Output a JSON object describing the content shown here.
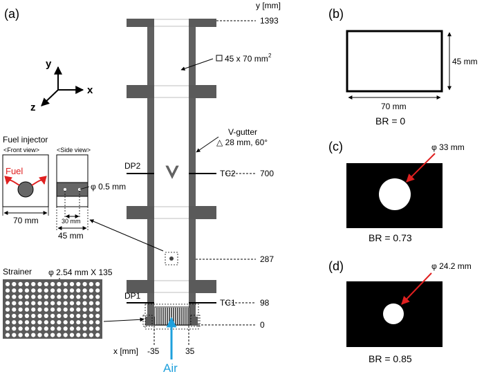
{
  "panels": {
    "a": "(a)",
    "b": "(b)",
    "c": "(c)",
    "d": "(d)"
  },
  "y_axis": {
    "header": "y [mm]",
    "ticks": [
      {
        "id": "1393",
        "label": "1393"
      },
      {
        "id": "700",
        "label": "700"
      },
      {
        "id": "287",
        "label": "287"
      },
      {
        "id": "98",
        "label": "98"
      },
      {
        "id": "0",
        "label": "0"
      }
    ]
  },
  "x_axis": {
    "header": "x [mm]",
    "left": "-35",
    "right": "35"
  },
  "axes_triad": {
    "y": "y",
    "x": "x",
    "z": "z"
  },
  "section_label": "45 x 70 mm",
  "section_sup": "2",
  "vgutter": {
    "title": "V-gutter",
    "spec": "△ 28 mm, 60°"
  },
  "probes": {
    "dp2": "DP2",
    "tc2": "TC2",
    "dp1": "DP1",
    "tc1": "TC1"
  },
  "air_label": "Air",
  "fuel_injector": {
    "title": "Fuel injector",
    "front_view": "<Front view>",
    "side_view": "<Side view>",
    "fuel_label": "Fuel",
    "hole_dia": "φ 0.5 mm",
    "front_width": "70 mm",
    "spacing": "30 mm",
    "side_width": "45 mm"
  },
  "strainer": {
    "title": "Strainer",
    "spec": "φ 2.54 mm X 135"
  },
  "panel_b": {
    "width": "70 mm",
    "height": "45 mm",
    "br": "BR = 0"
  },
  "panel_c": {
    "dia": "φ 33 mm",
    "br": "BR = 0.73"
  },
  "panel_d": {
    "dia": "φ 24.2 mm",
    "br": "BR = 0.85"
  },
  "colors": {
    "wall": "#606060",
    "flange": "#5a5a5a",
    "arrow_red": "#e02020",
    "air_blue": "#1ea0dc",
    "fuel_red": "#e02020"
  }
}
